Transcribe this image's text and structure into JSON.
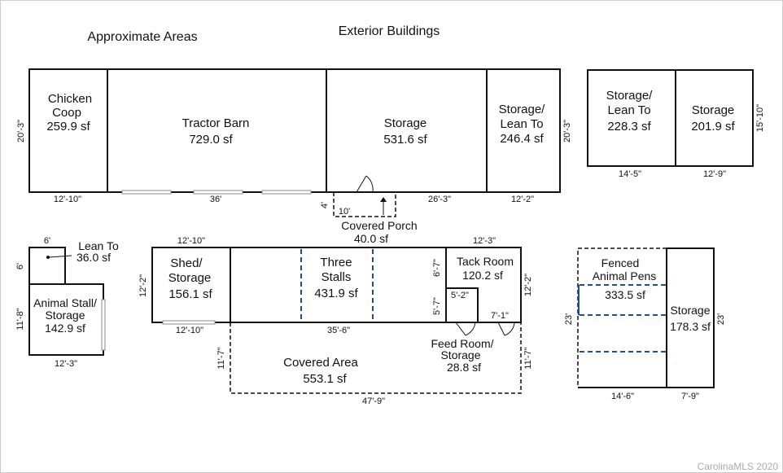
{
  "header": {
    "left_title": "Approximate Areas",
    "center_title": "Exterior Buildings"
  },
  "rooms": {
    "chicken_coop": {
      "line1": "Chicken",
      "line2": "Coop",
      "area": "259.9 sf"
    },
    "tractor_barn": {
      "name": "Tractor Barn",
      "area": "729.0 sf"
    },
    "storage_main": {
      "name": "Storage",
      "area": "531.6 sf"
    },
    "storage_lean_to_top": {
      "line1": "Storage/",
      "line2": "Lean To",
      "area": "246.4 sf"
    },
    "storage_lean_to_right": {
      "line1": "Storage/",
      "line2": "Lean To",
      "area": "228.3 sf"
    },
    "storage_right": {
      "name": "Storage",
      "area": "201.9 sf"
    },
    "covered_porch": {
      "name": "Covered Porch",
      "area": "40.0 sf"
    },
    "lean_to_small": {
      "name": "Lean To",
      "area": "36.0 sf"
    },
    "animal_stall": {
      "line1": "Animal Stall/",
      "line2": "Storage",
      "area": "142.9 sf"
    },
    "shed_storage": {
      "line1": "Shed/",
      "line2": "Storage",
      "area": "156.1 sf"
    },
    "three_stalls": {
      "line1": "Three",
      "line2": "Stalls",
      "area": "431.9 sf"
    },
    "tack_room": {
      "name": "Tack Room",
      "area": "120.2 sf"
    },
    "feed_room": {
      "line1": "Feed Room/",
      "line2": "Storage",
      "area": "28.8 sf"
    },
    "covered_area": {
      "name": "Covered Area",
      "area": "553.1 sf"
    },
    "fenced_pens": {
      "line1": "Fenced",
      "line2": "Animal Pens",
      "area": "333.5 sf"
    },
    "storage_pens": {
      "name": "Storage",
      "area": "178.3 sf"
    }
  },
  "dimensions": {
    "top_left_height": "20'-3\"",
    "chicken_width": "12'-10\"",
    "tractor_width": "36'",
    "storage_width": "26'-3\"",
    "lean_to_width": "12'-2\"",
    "top_right_height": "20'-3\"",
    "porch_depth": "4'",
    "porch_width": "10'",
    "right_bldg_height": "15'-10\"",
    "right_left_width": "14'-5\"",
    "right_right_width": "12'-9\"",
    "lean_small_top": "6'",
    "lean_small_side": "6'",
    "stall_side": "11'-8\"",
    "stall_bottom": "12'-3\"",
    "shed_top": "12'-10\"",
    "shed_side": "12'-2\"",
    "tack_top": "12'-3\"",
    "tack_side_left": "6'-7\"",
    "tack_side_right": "12'-2\"",
    "feed_width": "5'-2\"",
    "feed_side": "5'-7\"",
    "door_gap": "7'-1\"",
    "bottom_left_run": "12'-10\"",
    "bottom_mid_run": "35'-6\"",
    "covered_left": "11'-7\"",
    "covered_right": "11'-7\"",
    "covered_bottom": "47'-9\"",
    "pens_left": "23'",
    "pens_right": "23'",
    "pens_bottom": "14'-6\"",
    "pens_storage_bottom": "7'-9\""
  },
  "footer": {
    "watermark": "CarolinaMLS 2020"
  }
}
